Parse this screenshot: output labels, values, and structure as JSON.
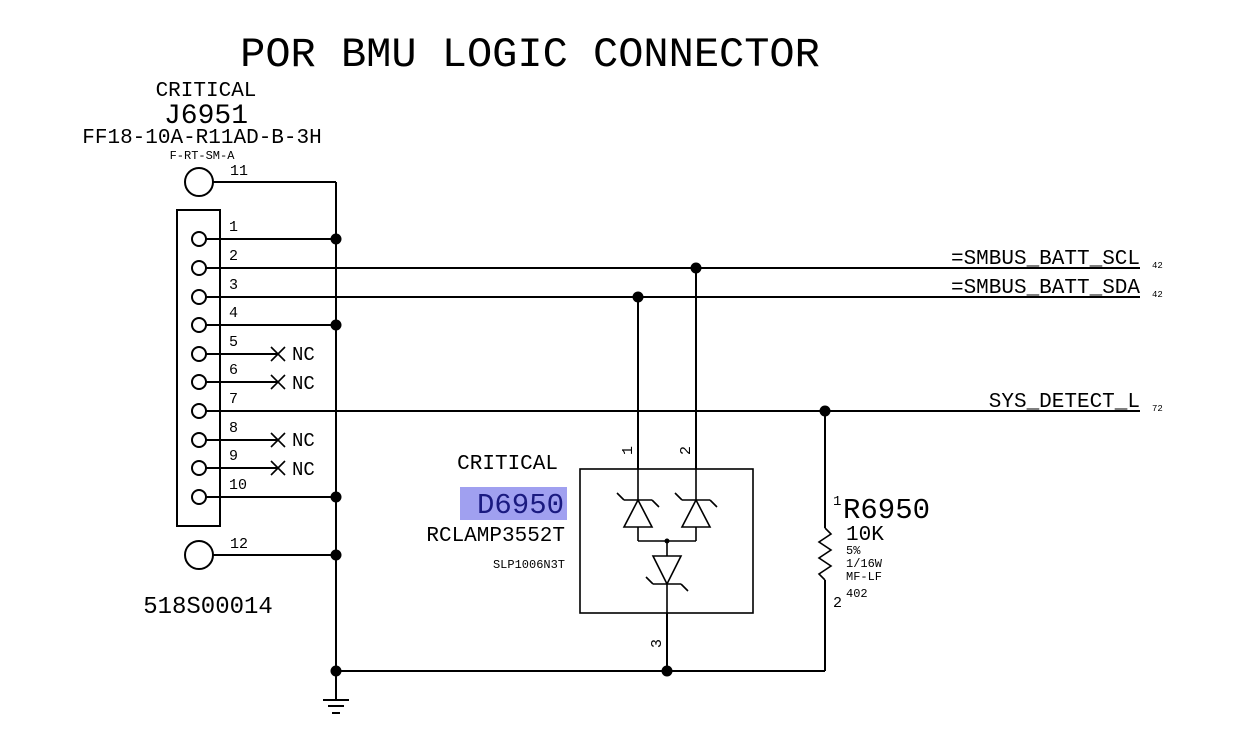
{
  "title": "POR BMU LOGIC CONNECTOR",
  "connector": {
    "critical_label": "CRITICAL",
    "refdes": "J6951",
    "part_number": "FF18-10A-R11AD-B-3H",
    "package": "F-RT-SM-A",
    "apn": "518S00014",
    "pins": [
      {
        "num": "11",
        "net": "GND"
      },
      {
        "num": "1",
        "net": "GND"
      },
      {
        "num": "2",
        "net": "=SMBUS_BATT_SCL"
      },
      {
        "num": "3",
        "net": "=SMBUS_BATT_SDA"
      },
      {
        "num": "4",
        "net": "GND"
      },
      {
        "num": "5",
        "net": "NC"
      },
      {
        "num": "6",
        "net": "NC"
      },
      {
        "num": "7",
        "net": "SYS_DETECT_L"
      },
      {
        "num": "8",
        "net": "NC"
      },
      {
        "num": "9",
        "net": "NC"
      },
      {
        "num": "10",
        "net": "GND"
      },
      {
        "num": "12",
        "net": "GND"
      }
    ],
    "nc_label": "NC"
  },
  "nets": {
    "scl": {
      "name": "=SMBUS_BATT_SCL",
      "page_ref": "42"
    },
    "sda": {
      "name": "=SMBUS_BATT_SDA",
      "page_ref": "42"
    },
    "detect": {
      "name": "SYS_DETECT_L",
      "page_ref": "72"
    }
  },
  "diode": {
    "critical_label": "CRITICAL",
    "refdes": "D6950",
    "part_number": "RCLAMP3552T",
    "package": "SLP1006N3T",
    "pins": [
      "1",
      "2",
      "3"
    ],
    "highlight_color": "#a0a0f0"
  },
  "resistor": {
    "refdes": "R6950",
    "value": "10K",
    "tolerance": "5%",
    "power": "1/16W",
    "type": "MF-LF",
    "size": "402",
    "pin1": "1",
    "pin2": "2"
  }
}
